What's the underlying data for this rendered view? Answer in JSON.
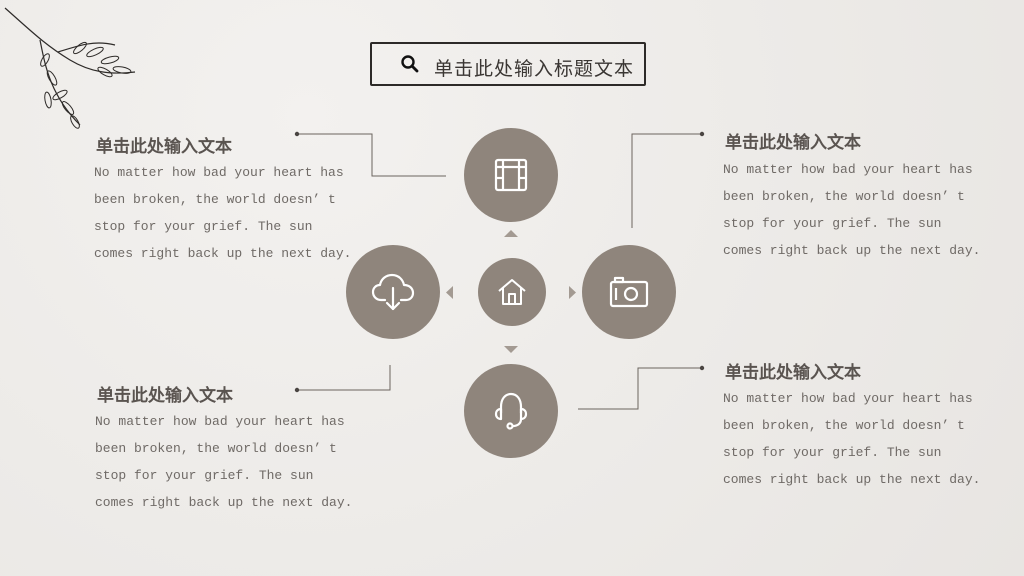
{
  "title": "单击此处输入标题文本",
  "icons": {
    "search": "search-icon",
    "center": "home-icon",
    "top": "film-icon",
    "left": "cloud-download-icon",
    "right": "camera-icon",
    "bottom": "headset-icon"
  },
  "blocks": [
    {
      "heading": "单击此处输入文本",
      "text": "No matter how bad your heart has\nbeen broken, the world doesn’ t\nstop for your grief. The sun\ncomes right back up the next day."
    },
    {
      "heading": "单击此处输入文本",
      "text": "No matter how bad your heart has\nbeen broken, the world doesn’ t\nstop for your grief. The sun\ncomes right back up the next day."
    },
    {
      "heading": "单击此处输入文本",
      "text": "No matter how bad your heart has\nbeen broken, the world doesn’ t\nstop for your grief. The sun\ncomes right back up the next day."
    },
    {
      "heading": "单击此处输入文本",
      "text": "No matter how bad your heart has\nbeen broken, the world doesn’ t\nstop for your grief. The sun\ncomes right back up the next day."
    }
  ],
  "colors": {
    "circle": "#8f857c",
    "line": "#6b645e",
    "text": "#6f6a66",
    "heading": "#5a5450"
  }
}
